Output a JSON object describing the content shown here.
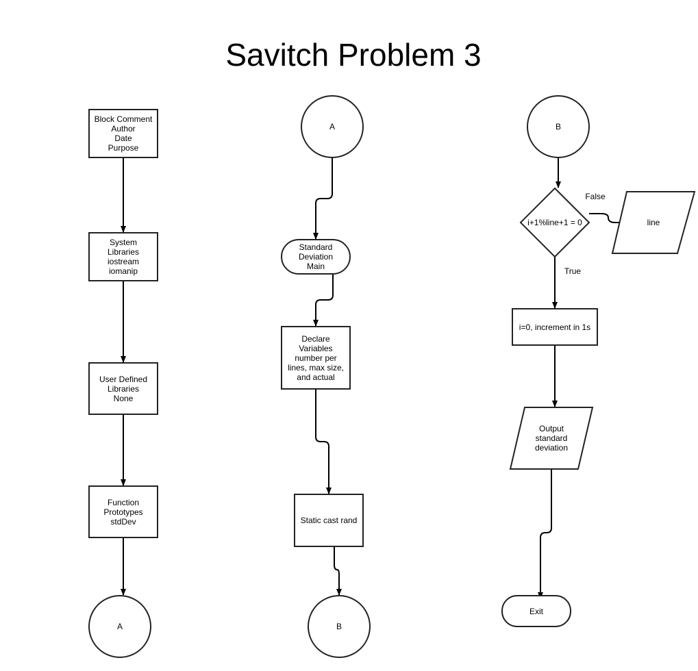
{
  "title": "Savitch Problem 3",
  "nodes": {
    "block_comment": [
      "Block Comment",
      "Author",
      "Date",
      "Purpose"
    ],
    "system_libraries": [
      "System",
      "Libraries",
      "iostream",
      "iomanip"
    ],
    "user_libraries": [
      "User Defined",
      "Libraries",
      "None"
    ],
    "function_prototypes": [
      "Function",
      "Prototypes",
      "stdDev"
    ],
    "connector_a_bottom": [
      "A"
    ],
    "connector_a_top": [
      "A"
    ],
    "standard_deviation_main": [
      "Standard",
      "Deviation",
      "Main"
    ],
    "declare_variables": [
      "Declare",
      "Variables",
      "number per",
      "lines, max size,",
      "and actual"
    ],
    "static_cast_rand": [
      "Static cast rand"
    ],
    "connector_b_bottom": [
      "B"
    ],
    "connector_b_top": [
      "B"
    ],
    "decision": [
      "i+1%line+1 = 0"
    ],
    "line_output": [
      "line"
    ],
    "loop_init": [
      "i=0, increment in 1s"
    ],
    "output_std_dev": [
      "Output",
      "standard",
      "deviation"
    ],
    "exit": [
      "Exit"
    ]
  },
  "edge_labels": {
    "false_label": "False",
    "true_label": "True"
  }
}
